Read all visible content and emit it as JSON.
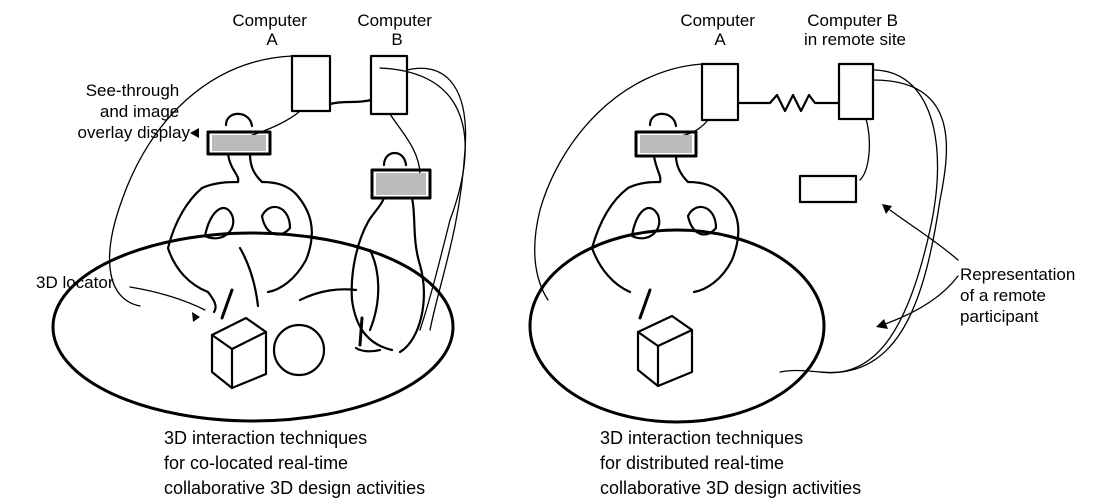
{
  "panel_left": {
    "computer_a": [
      "Computer",
      "A"
    ],
    "computer_b": [
      "Computer",
      "B"
    ],
    "display_label": [
      "See-through",
      "and image",
      "overlay display"
    ],
    "locator_label": "3D locator",
    "caption": [
      "3D interaction techniques",
      "for co-located real-time",
      "collaborative 3D design activities"
    ]
  },
  "panel_right": {
    "computer_a": [
      "Computer",
      "A"
    ],
    "computer_b": [
      "Computer B",
      "in remote site"
    ],
    "remote_label": [
      "Representation",
      "of a remote",
      "participant"
    ],
    "caption": [
      "3D interaction techniques",
      "for distributed real-time",
      "collaborative 3D design activities"
    ]
  }
}
